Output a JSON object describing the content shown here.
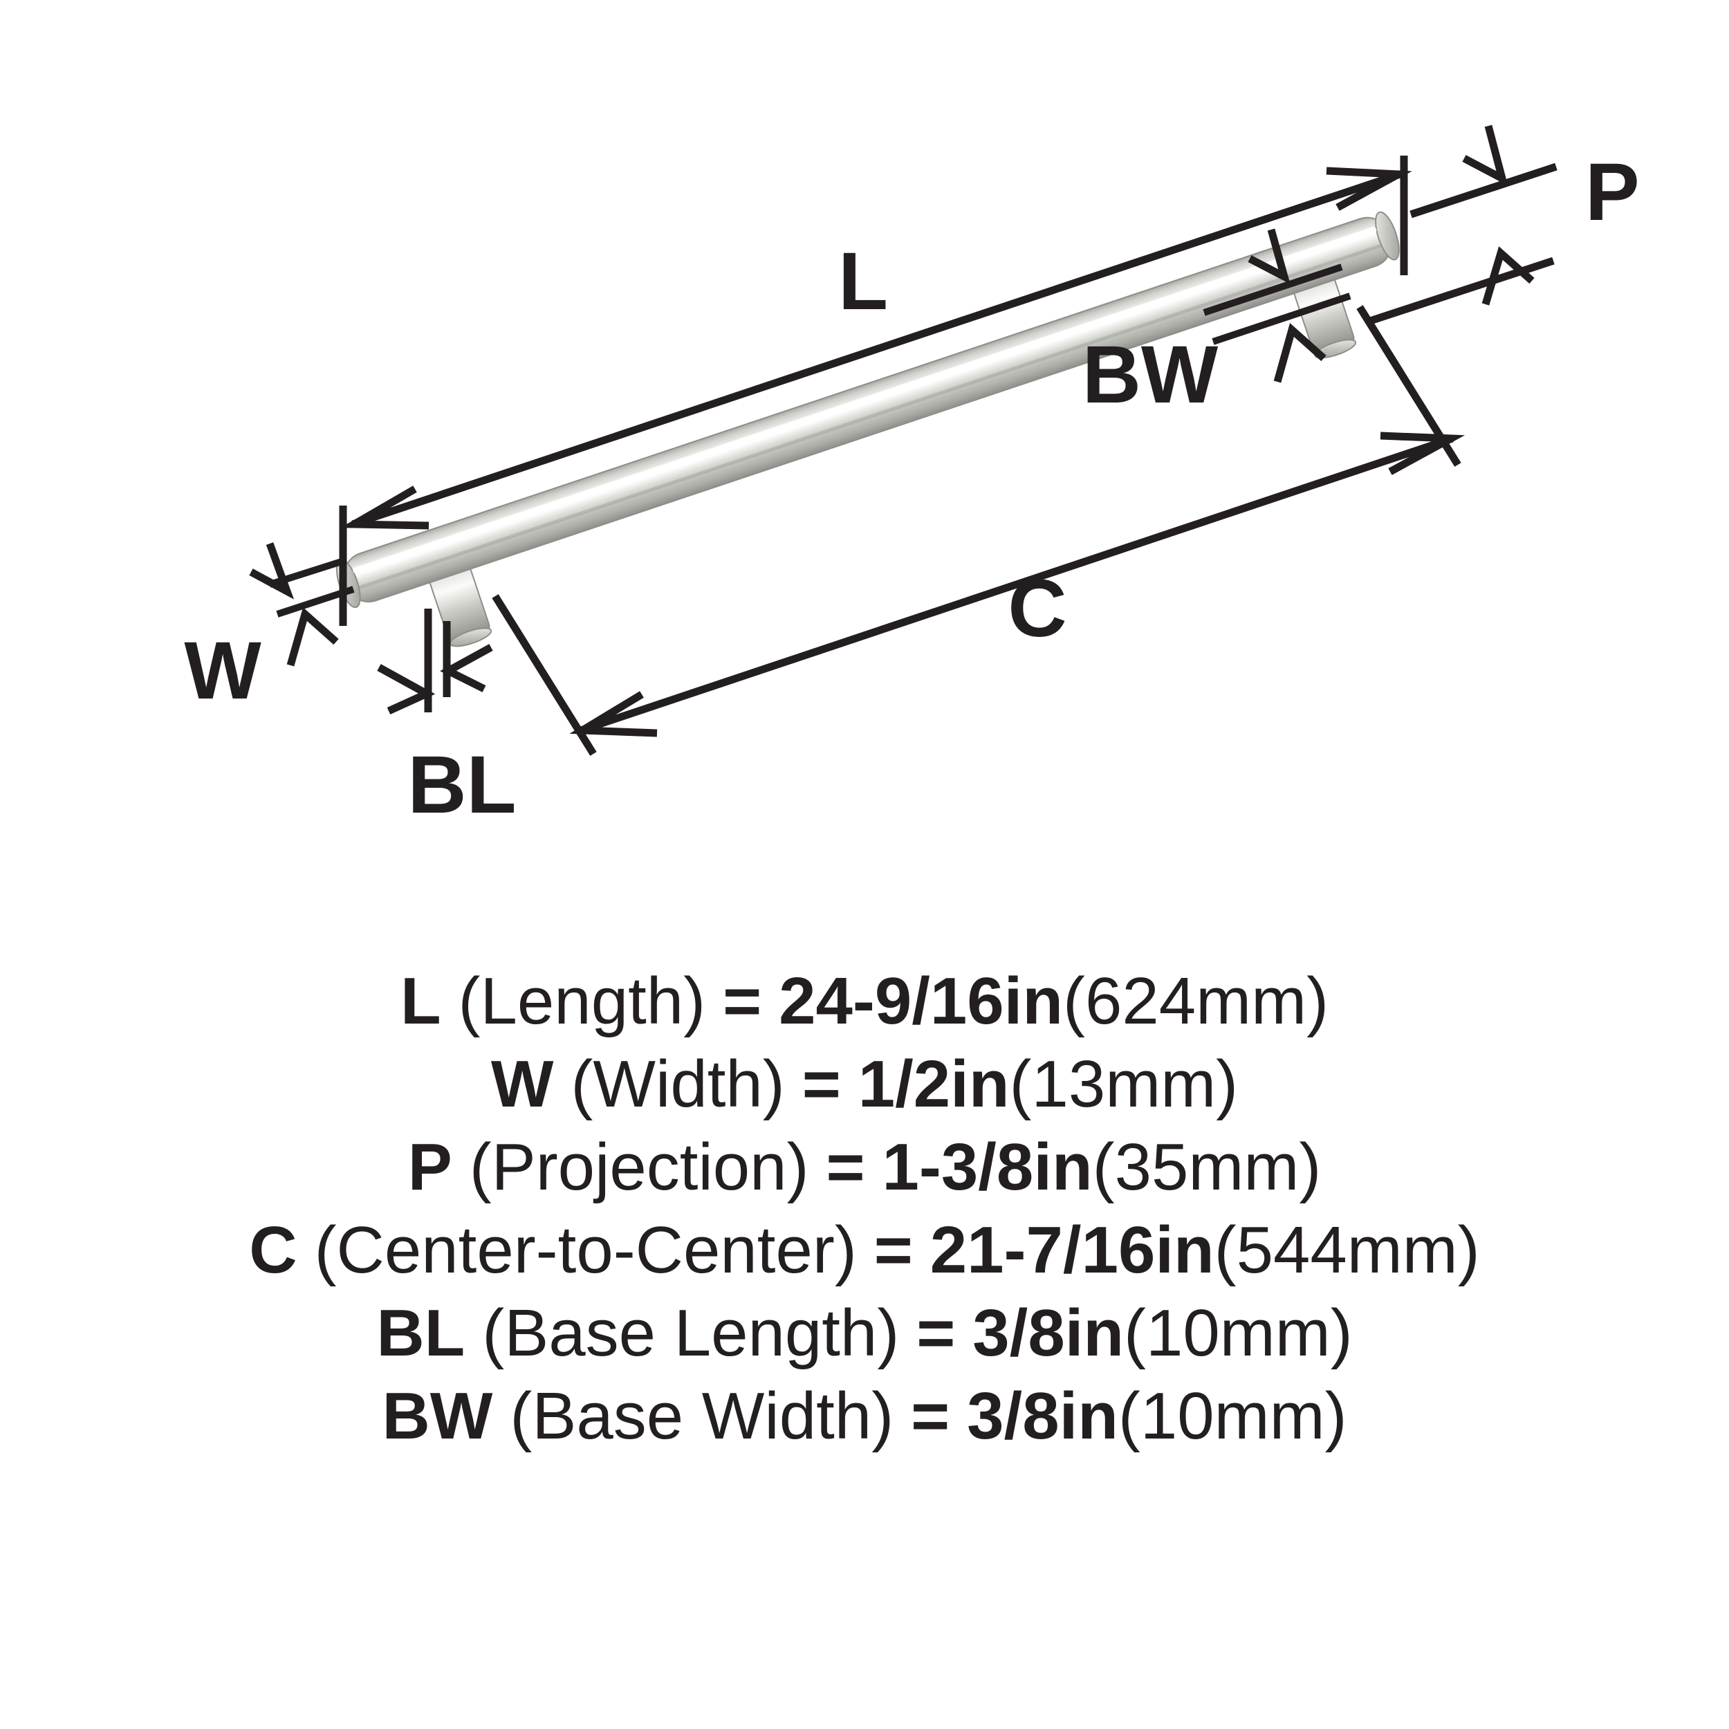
{
  "diagram": {
    "type": "bar-pull-dimension-drawing",
    "product": "T-bar cabinet pull",
    "labels": {
      "length": "L",
      "width": "W",
      "projection": "P",
      "center_to_center": "C",
      "base_length": "BL",
      "base_width": "BW"
    },
    "line_color": "#231f20",
    "bar_finish_colors": {
      "highlight": "#ffffff",
      "light": "#e8e8e6",
      "mid": "#c9c9c5",
      "shadow": "#9a9a96",
      "dark": "#7d7d79"
    }
  },
  "legend": {
    "rows": [
      {
        "symbol": "L",
        "name": "(Length)",
        "eq": "=",
        "value": "24-9/16in",
        "metric": "(624mm)"
      },
      {
        "symbol": "W",
        "name": "(Width)",
        "eq": "=",
        "value": "1/2in",
        "metric": "(13mm)"
      },
      {
        "symbol": "P",
        "name": "(Projection)",
        "eq": "=",
        "value": "1-3/8in",
        "metric": "(35mm)"
      },
      {
        "symbol": "C",
        "name": "(Center-to-Center)",
        "eq": "=",
        "value": "21-7/16in",
        "metric": "(544mm)"
      },
      {
        "symbol": "BL",
        "name": "(Base Length)",
        "eq": "=",
        "value": "3/8in",
        "metric": "(10mm)"
      },
      {
        "symbol": "BW",
        "name": "(Base Width)",
        "eq": "=",
        "value": "3/8in",
        "metric": "(10mm)"
      }
    ]
  }
}
